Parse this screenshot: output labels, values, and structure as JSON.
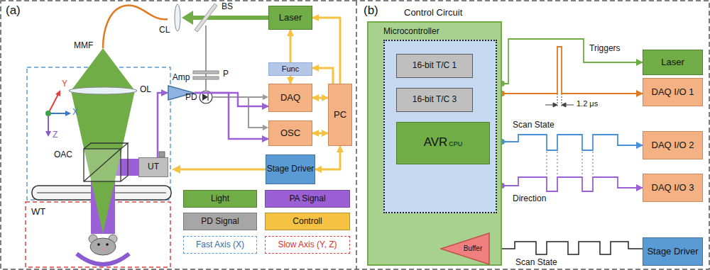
{
  "diagram": {
    "nodes": [
      {
        "text": [
          "Laser"
        ]
      },
      {
        "text": [
          "Func"
        ]
      },
      {
        "text": [
          "DAQ"
        ]
      },
      {
        "text": [
          "PC"
        ]
      },
      {
        "text": [
          "OSC"
        ]
      },
      {
        "text": [
          "Stage Driver"
        ]
      },
      {
        "text": [
          "UT"
        ]
      },
      {
        "text": [
          "Amp"
        ]
      },
      {
        "text": [
          "Control Circuit"
        ]
      },
      {
        "text": [
          "Microcontroller"
        ],
        "in": 8
      },
      {
        "text": [
          "16-bit T/C 1"
        ],
        "in": 9
      },
      {
        "text": [
          "16-bit T/C 3"
        ],
        "in": 9
      },
      {
        "text": [
          "AVR",
          "CPU"
        ],
        "in": 9
      },
      {
        "text": [
          "Buffer"
        ],
        "in": 8
      },
      {
        "text": [
          "Laser"
        ]
      },
      {
        "text": [
          "DAQ I/O 1"
        ]
      },
      {
        "text": [
          "DAQ I/O 2"
        ]
      },
      {
        "text": [
          "DAQ I/O 3"
        ]
      },
      {
        "text": [
          "Stage Driver"
        ]
      }
    ],
    "edges": [
      {
        "from": 1,
        "to": 0,
        "arrow": "to"
      },
      {
        "from": 3,
        "to": 0,
        "arrow": "to"
      },
      {
        "from": 3,
        "to": 1,
        "arrow": "to"
      },
      {
        "from": 1,
        "to": 2,
        "arrow": "to"
      },
      {
        "from": 3,
        "to": 2,
        "arrow": "both"
      },
      {
        "from": 3,
        "to": 4,
        "arrow": "both"
      },
      {
        "from": 3,
        "to": 5,
        "arrow": "both"
      },
      {
        "from": 6,
        "to": 7,
        "arrow": "to"
      },
      {
        "from": 7,
        "to": 2,
        "arrow": "to"
      },
      {
        "from": 7,
        "to": 4,
        "arrow": "to"
      },
      {
        "from": 10,
        "to": 9,
        "arrow": "both"
      },
      {
        "from": 11,
        "to": 9,
        "arrow": "both"
      },
      {
        "from": 12,
        "to": 9,
        "arrow": "both"
      },
      {
        "from": 13,
        "to": 9,
        "arrow": "to"
      },
      {
        "from": 18,
        "to": 13,
        "arrow": "to"
      },
      {
        "from": 8,
        "to": 14,
        "arrow": "to"
      },
      {
        "from": 8,
        "to": 15,
        "arrow": "to"
      },
      {
        "from": 8,
        "to": 16,
        "arrow": "to"
      },
      {
        "from": 8,
        "to": 17,
        "arrow": "to"
      }
    ],
    "labels": [
      "(a)",
      "CL",
      "BS",
      "MMF",
      "P",
      "PD",
      "OL",
      "OAC",
      "WT",
      "X",
      "Y",
      "Z",
      "(b)",
      "Triggers",
      "1.2 μs",
      "Scan State",
      "Direction",
      "Scan State"
    ],
    "legend": [
      {
        "text": "Light",
        "color": "#70ad47"
      },
      {
        "text": "PA Signal",
        "color": "#9b5fd6"
      },
      {
        "text": "PD Signal",
        "color": "#a6a6a6"
      },
      {
        "text": "Controll",
        "color": "#f5c242"
      },
      {
        "text": "Fast Axis (X)"
      },
      {
        "text": "Slow Axis (Y, Z)"
      }
    ]
  }
}
